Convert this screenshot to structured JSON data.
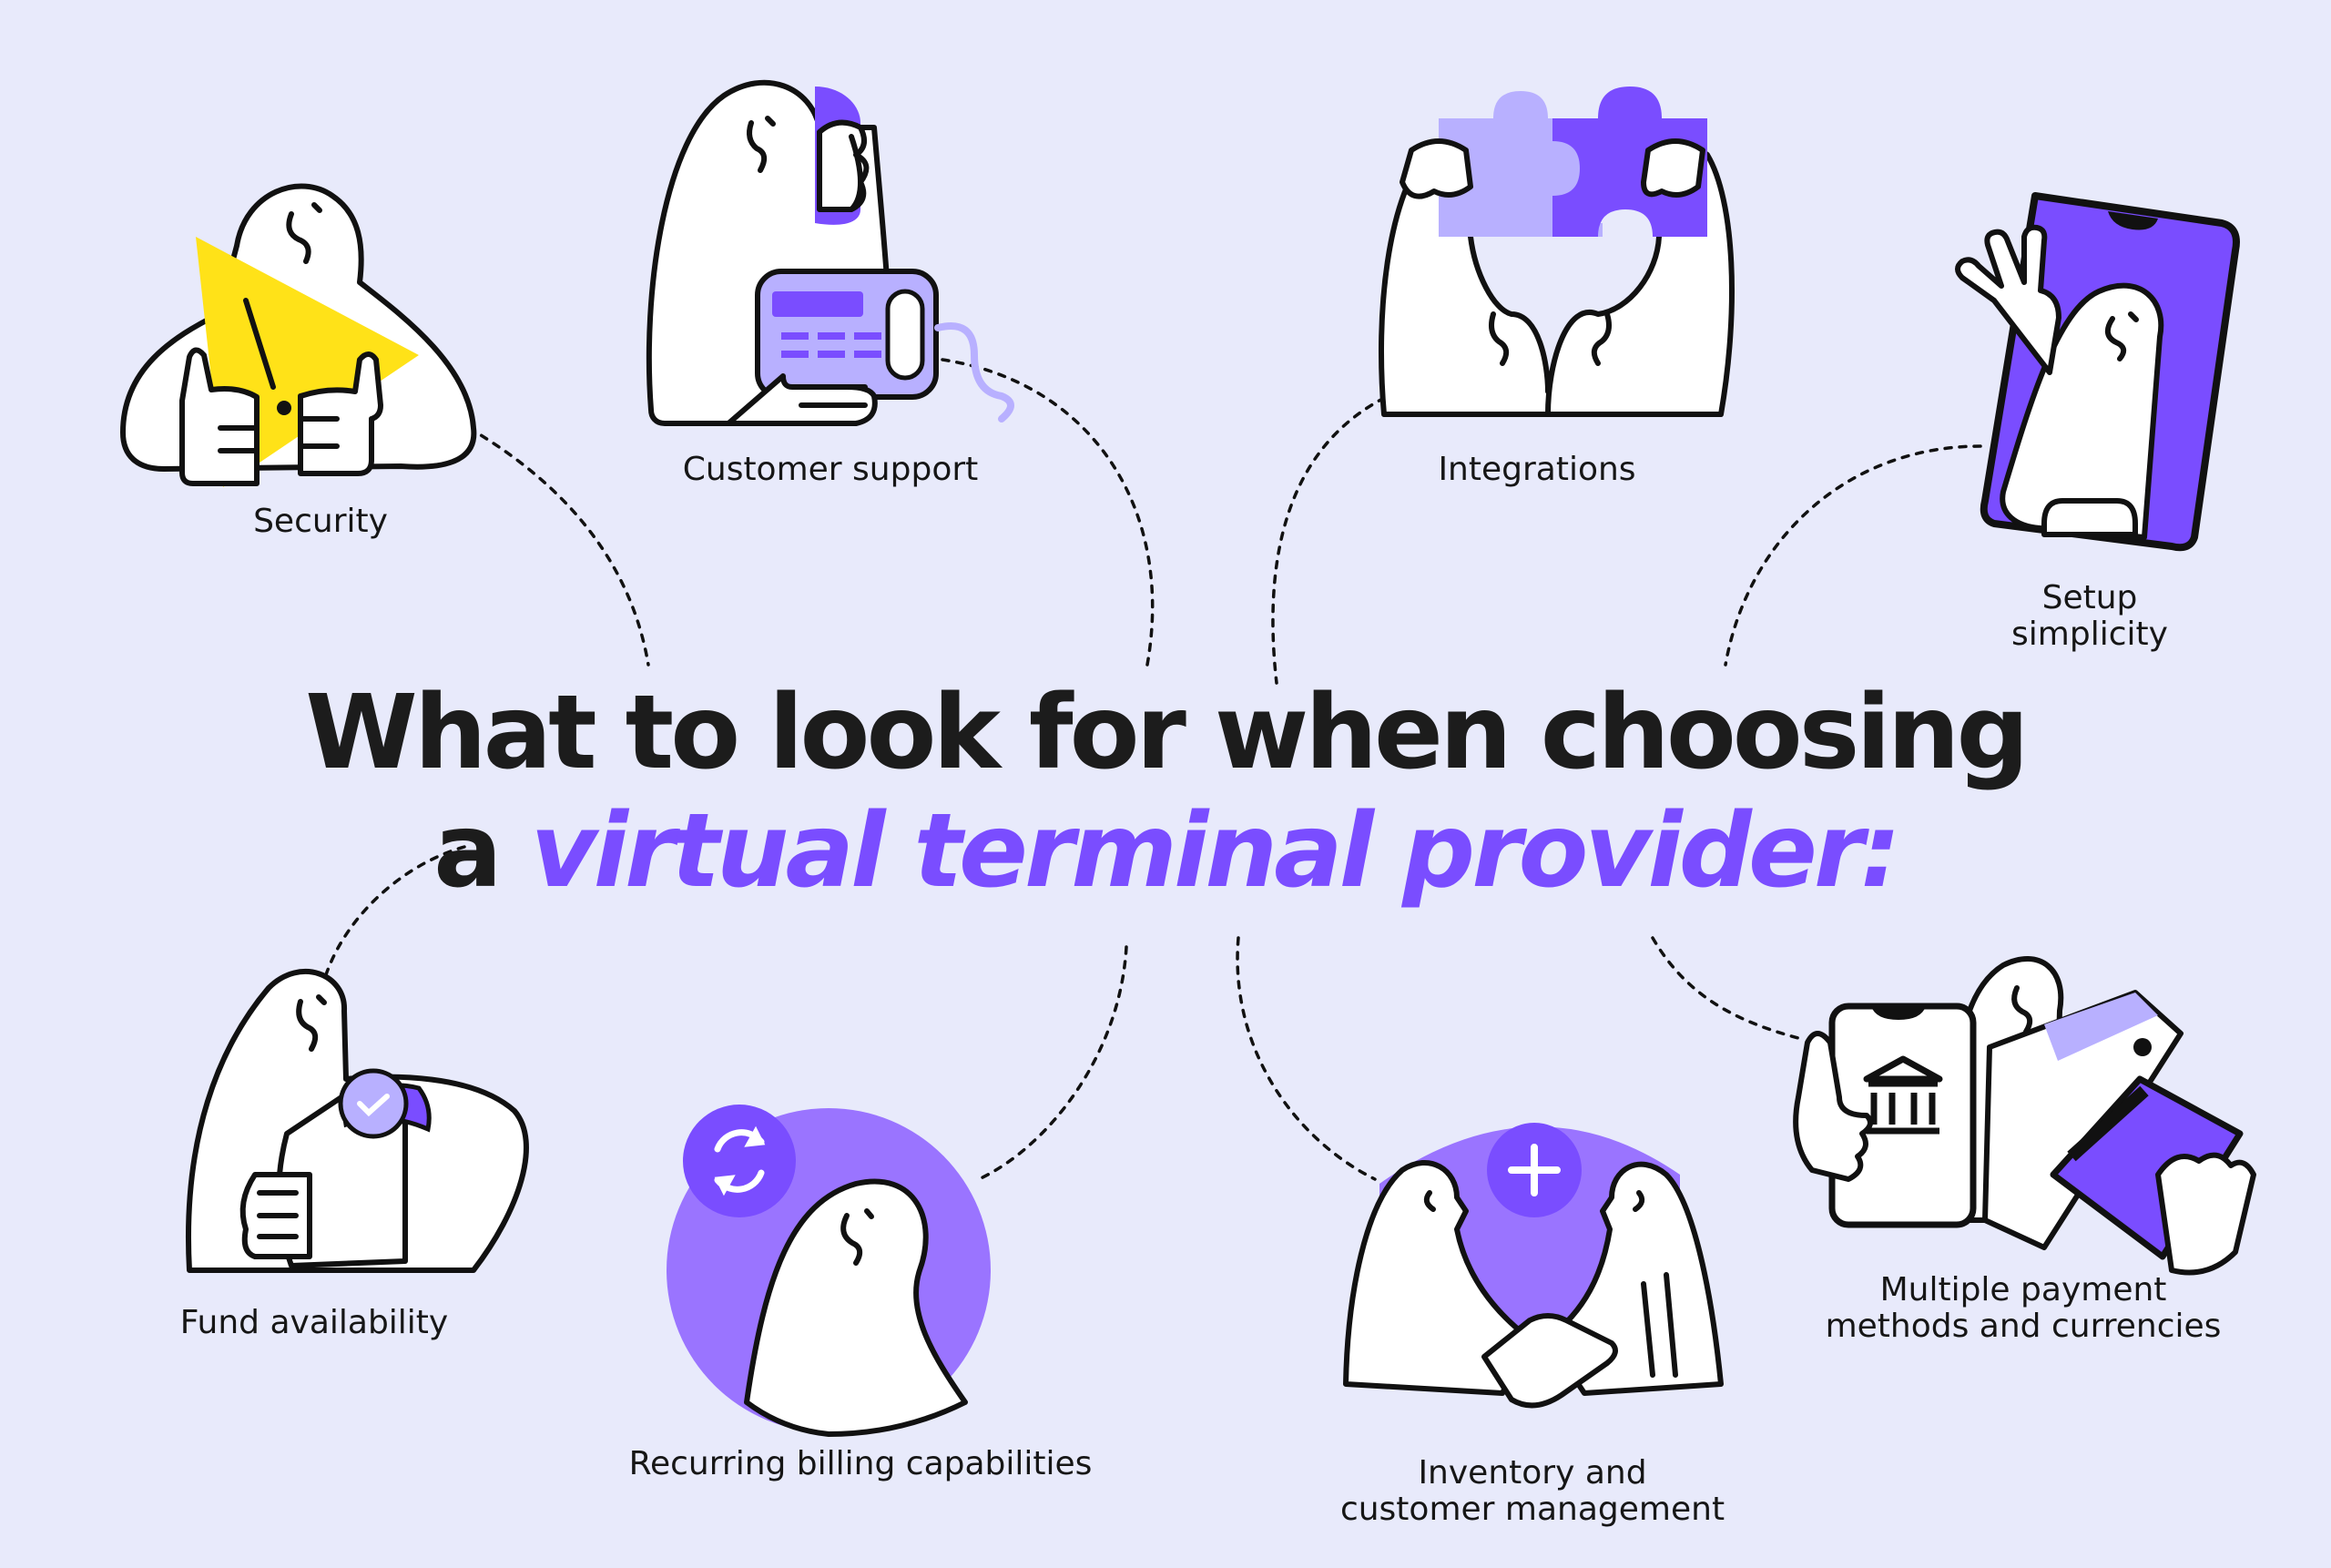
{
  "title": {
    "line1": "What to look for when choosing",
    "line2_prefix": "a",
    "line2_accent": "virtual terminal provider:"
  },
  "features": {
    "security": {
      "label": "Security"
    },
    "customer_support": {
      "label": "Customer support"
    },
    "integrations": {
      "label": "Integrations"
    },
    "setup_simplicity": {
      "line1": "Setup",
      "line2": "simplicity"
    },
    "fund_availability": {
      "label": "Fund availability"
    },
    "recurring_billing": {
      "label": "Recurring billing capabilities"
    },
    "inventory": {
      "line1": "Inventory and",
      "line2": "customer management"
    },
    "payment_methods": {
      "line1": "Multiple payment",
      "line2": "methods and currencies"
    }
  },
  "colors": {
    "background": "#e8eafb",
    "accent": "#7a4dff",
    "accent_light": "#b8b0ff",
    "warning_yellow": "#ffe218",
    "ink": "#1a1a1a"
  }
}
